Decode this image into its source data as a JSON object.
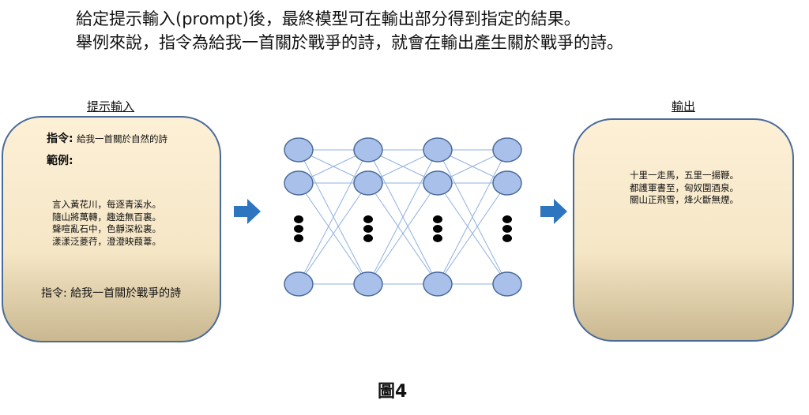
{
  "header": {
    "line1": "給定提示輸入(prompt)後，最終模型可在輸出部分得到指定的結果。",
    "line2": "舉例來說，指令為給我一首關於戰爭的詩，就會在輸出產生關於戰爭的詩。"
  },
  "input": {
    "label": "提示輸入",
    "instr1_key": "指令:",
    "instr1_val": "給我一首關於自然的詩",
    "example_key": "範例:",
    "poem": [
      "言入黃花川，每逐青溪水。",
      "隨山將萬轉，趣途無百裏。",
      "聲喧亂石中，色靜深松裏。",
      "漾漾泛菱荇，澄澄映葭葦。"
    ],
    "instr2": "指令: 給我一首關於戰爭的詩"
  },
  "output": {
    "label": "輸出",
    "poem": [
      "十里一走馬，五里一揚鞭。",
      "都護軍書至，匈奴圍酒泉。",
      "關山正飛雪，烽火斷無煙。"
    ]
  },
  "caption": "圖4",
  "colors": {
    "node": "#a9c1ea",
    "node_border": "#4a6b9a",
    "edge": "#8fb0e0",
    "arrow": "#2e75c0"
  }
}
